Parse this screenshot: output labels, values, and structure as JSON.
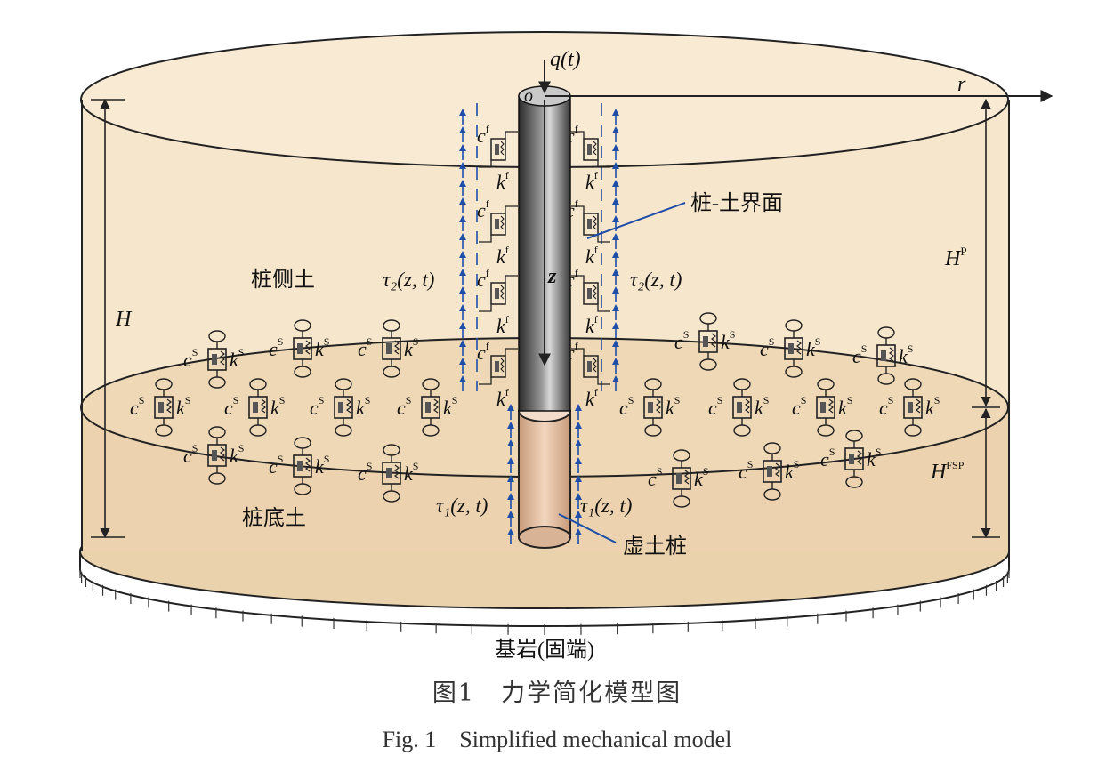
{
  "figure": {
    "caption_cn": "图1　力学简化模型图",
    "caption_en": "Fig. 1　Simplified mechanical model",
    "labels": {
      "load": "q(t)",
      "origin": "o",
      "radial_axis": "r",
      "depth_axis": "z",
      "interface": "桩-土界面",
      "side_soil": "桩侧土",
      "base_soil": "桩底土",
      "virtual_pile": "虚土桩",
      "bedrock": "基岩(固端)",
      "total_height": "H",
      "pile_height": "H",
      "pile_height_sup": "P",
      "fsp_height": "H",
      "fsp_height_sup": "FSP",
      "tau2_left": "τ₂(z, t)",
      "tau2_right": "τ₂(z, t)",
      "tau1_left": "τ₁(z, t)",
      "tau1_right": "τ₁(z, t)"
    },
    "symbols": {
      "pile_damper": "c",
      "pile_damper_sup": "f",
      "pile_spring": "k",
      "pile_spring_sup": "f",
      "soil_damper": "c",
      "soil_damper_sup": "S",
      "soil_spring": "k",
      "soil_spring_sup": "S"
    },
    "colors": {
      "soil_upper": "#f6e6cc",
      "soil_lower": "#ecd2ae",
      "arrow_blue": "#1f4ea8",
      "outline": "#2b2b2b"
    }
  }
}
